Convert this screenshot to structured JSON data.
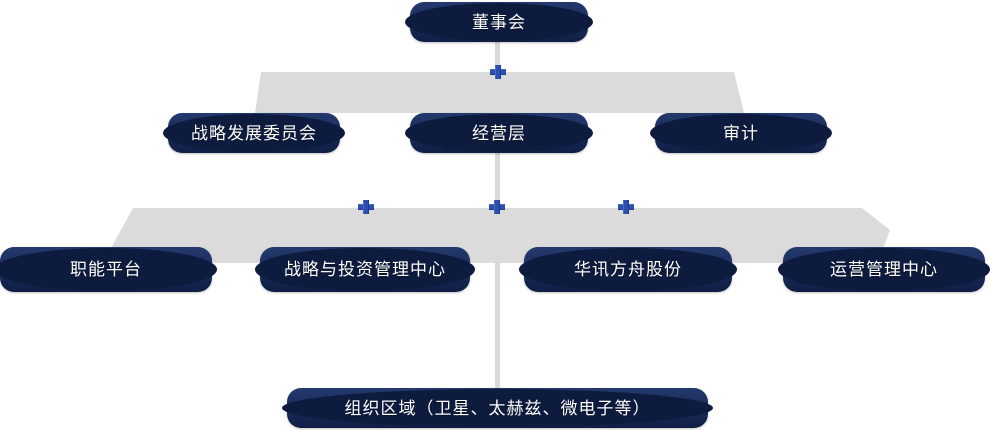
{
  "diagram": {
    "type": "org-chart",
    "nodes": {
      "board": {
        "label": "董事会"
      },
      "strategy_committee": {
        "label": "战略发展委员会"
      },
      "management": {
        "label": "经营层"
      },
      "audit": {
        "label": "审计"
      },
      "functional_platform": {
        "label": "职能平台"
      },
      "strategy_investment_center": {
        "label": "战略与投资管理中心"
      },
      "huaxun_ark": {
        "label": "华讯方舟股份"
      },
      "operations_center": {
        "label": "运营管理中心"
      },
      "org_regions": {
        "label": "组织区域（卫星、太赫兹、微电子等）"
      }
    },
    "edges": [
      {
        "from": "董事会",
        "to": "战略发展委员会"
      },
      {
        "from": "董事会",
        "to": "经营层"
      },
      {
        "from": "董事会",
        "to": "审计"
      },
      {
        "from": "经营层",
        "to": "职能平台"
      },
      {
        "from": "经营层",
        "to": "战略与投资管理中心"
      },
      {
        "from": "经营层",
        "to": "华讯方舟股份"
      },
      {
        "from": "经营层",
        "to": "运营管理中心"
      },
      {
        "from": "经营层",
        "to": "组织区域（卫星、太赫兹、微电子等）"
      }
    ],
    "colors": {
      "node_gradient_top": "#24396d",
      "node_gradient_bottom": "#0f1e45",
      "node_backing": "#0d1b3e",
      "band_gray": "#dbdbdb",
      "line_gray": "#d9d9d9",
      "plus_blue": "#2b50ae",
      "text": "#ffffff",
      "background": "#ffffff"
    }
  }
}
